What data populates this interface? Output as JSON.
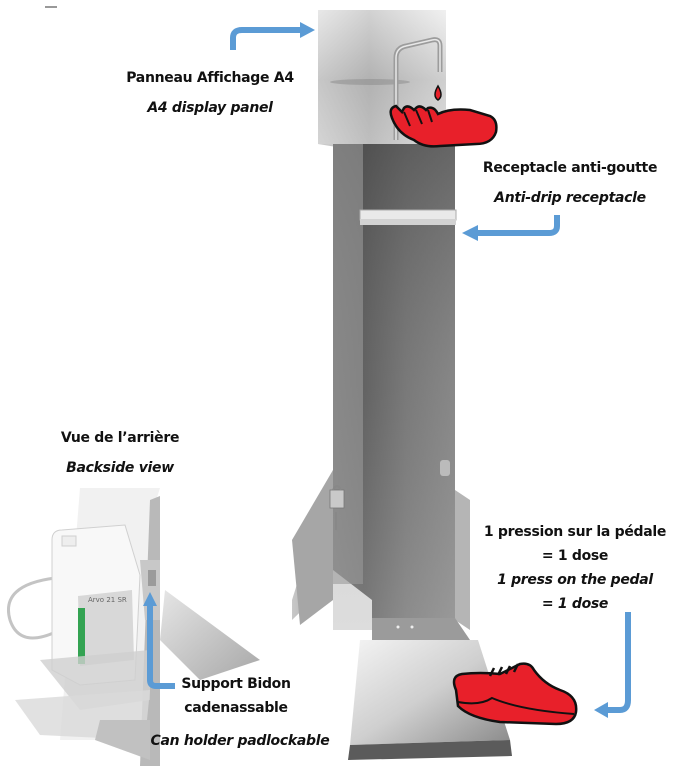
{
  "labels": {
    "display_panel": {
      "fr": "Panneau Affichage A4",
      "en": "A4 display panel"
    },
    "receptacle": {
      "fr": "Receptacle anti-goutte",
      "en": "Anti-drip receptacle"
    },
    "backside": {
      "fr": "Vue de l’arrière",
      "en": "Backside view"
    },
    "can_holder": {
      "fr_line1": "Support Bidon",
      "fr_line2": "cadenassable",
      "en": "Can holder padlockable"
    },
    "pedal": {
      "fr_line1": "1 pression sur la pédale",
      "fr_line2": "=  1 dose",
      "en_line1": "1 press on the pedal",
      "en_line2": "= 1 dose"
    },
    "jug_label": "Arvo 21 SR"
  },
  "colors": {
    "arrow": "#5b9bd5",
    "icon_red": "#e8202a",
    "steel_light": "#d9d9d9",
    "steel_dark": "#6e6e6e"
  },
  "icons": [
    "hand-drop-icon",
    "shoe-icon"
  ]
}
